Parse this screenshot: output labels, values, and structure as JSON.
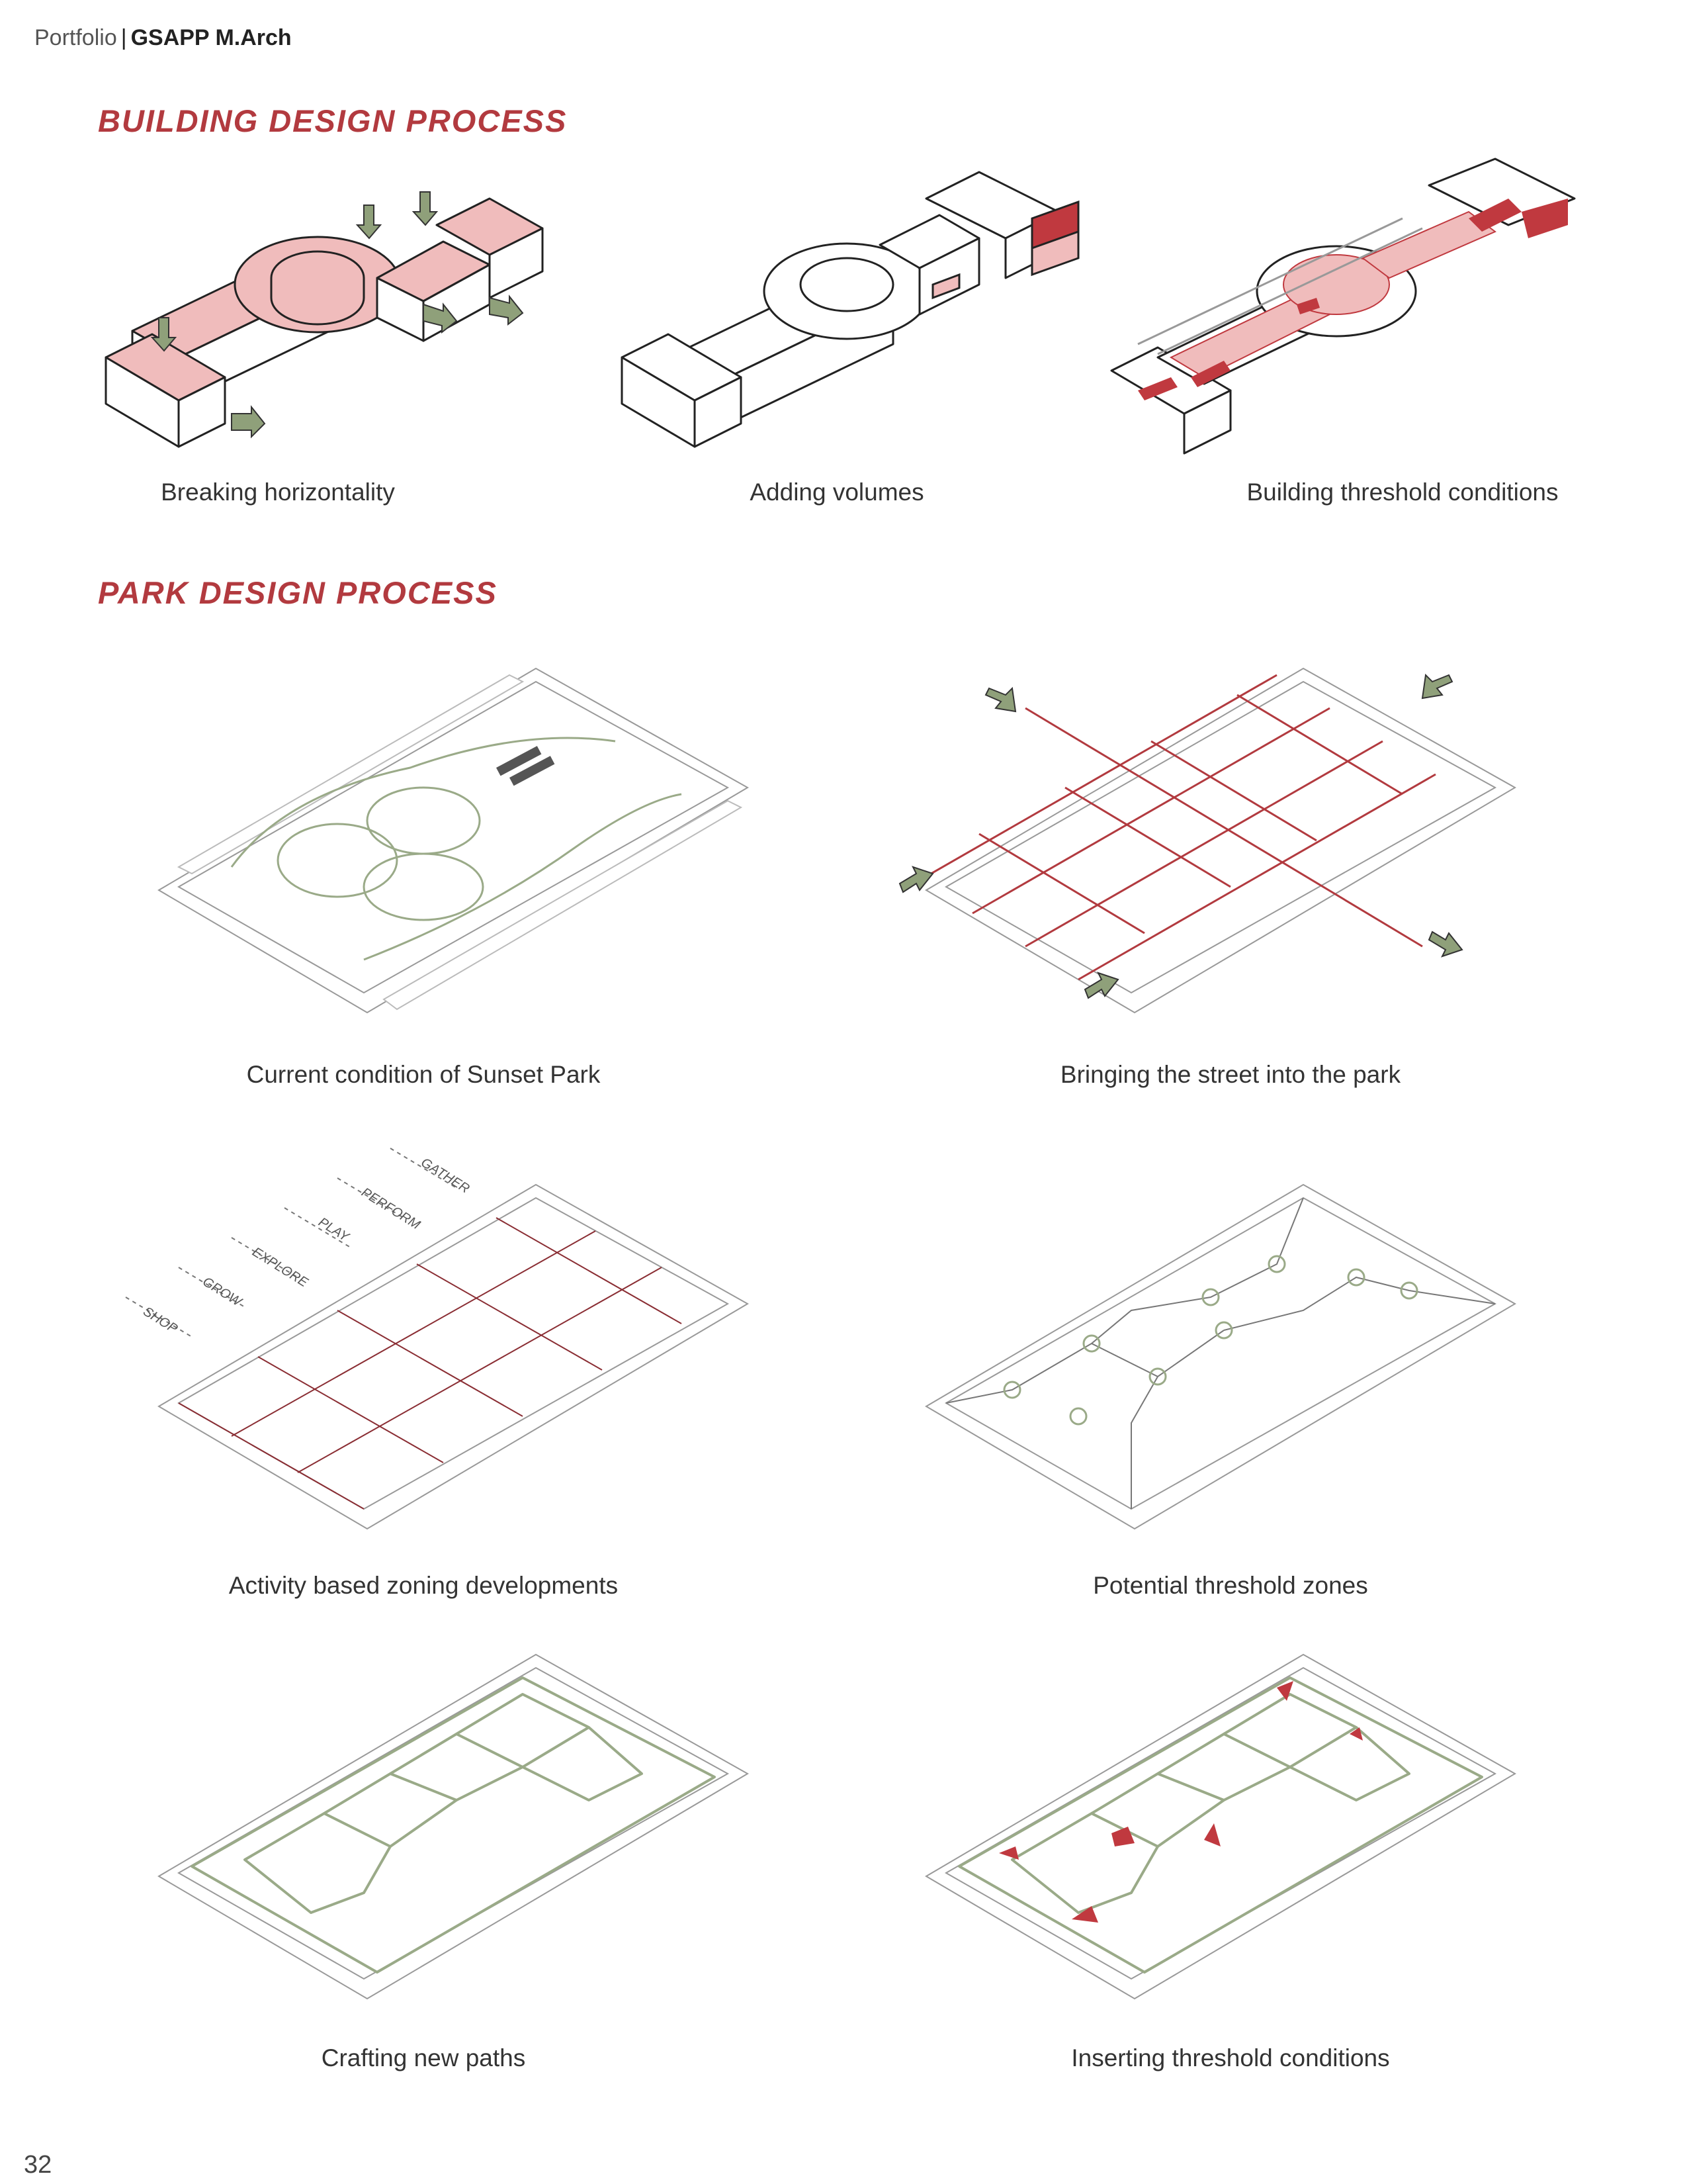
{
  "header": {
    "portfolio": "Portfolio",
    "separator": "|",
    "program": "GSAPP M.Arch"
  },
  "building_section": {
    "title": "BUILDING DESIGN PROCESS",
    "steps": [
      {
        "caption": "Breaking horizontality"
      },
      {
        "caption": "Adding volumes"
      },
      {
        "caption": "Building threshold conditions"
      }
    ]
  },
  "park_section": {
    "title": "PARK DESIGN PROCESS",
    "steps": [
      {
        "caption": "Current condition of Sunset Park"
      },
      {
        "caption": "Bringing the street into the park"
      },
      {
        "caption": "Activity based zoning developments"
      },
      {
        "caption": "Potential threshold zones"
      },
      {
        "caption": "Crafting new paths"
      },
      {
        "caption": "Inserting threshold conditions"
      }
    ],
    "zones": [
      "GATHER",
      "PERFORM",
      "PLAY",
      "EXPLORE",
      "GROW",
      "SHOP"
    ]
  },
  "page_number": "32",
  "colors": {
    "accent_red": "#b23a3f",
    "fill_pink": "#f0bcbc",
    "path_green": "#9aaa88",
    "arrow_green": "#8fa07a"
  }
}
